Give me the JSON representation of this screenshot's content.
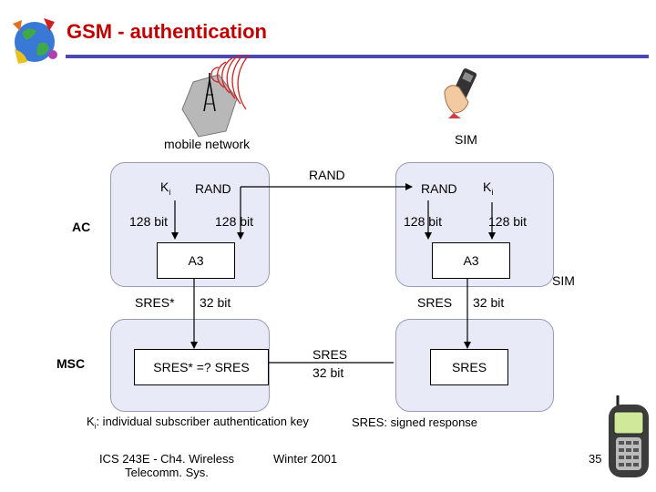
{
  "title": "GSM - authentication",
  "labels": {
    "mobile_network": "mobile network",
    "sim_top": "SIM",
    "sim_right": "SIM",
    "ac": "AC",
    "msc": "MSC",
    "ki_main": "K",
    "ki_sub": "i",
    "rand_left": "RAND",
    "rand_mid": "RAND",
    "rand_right": "RAND",
    "bits_128_a": "128 bit",
    "bits_128_b": "128 bit",
    "bits_128_c": "128 bit",
    "bits_128_d": "128 bit",
    "a3_left": "A3",
    "a3_right": "A3",
    "sres_star": "SRES*",
    "sres_star_bits": "32 bit",
    "sres_right": "SRES",
    "sres_right_bits": "32 bit",
    "compare": "SRES* =? SRES",
    "sres_mid": "SRES",
    "sres_mid_bits": "32 bit",
    "sres_box": "SRES"
  },
  "legend": {
    "ki_main": "K",
    "ki_sub": "i",
    "ki_text": ": individual subscriber authentication key",
    "sres_text": "SRES: signed response"
  },
  "footer": {
    "course_line1": "ICS 243E - Ch4. Wireless",
    "course_line2": "Telecomm. Sys.",
    "date": "Winter 2001",
    "page": "35"
  },
  "colors": {
    "title": "#c00000",
    "rule": "#4a4ab0",
    "box_fill": "#e9eaf7",
    "radio_waves": "#cc2222"
  },
  "icons": [
    "globe-icon",
    "antenna-tower-icon",
    "hand-phone-icon",
    "mobile-phone-icon"
  ]
}
